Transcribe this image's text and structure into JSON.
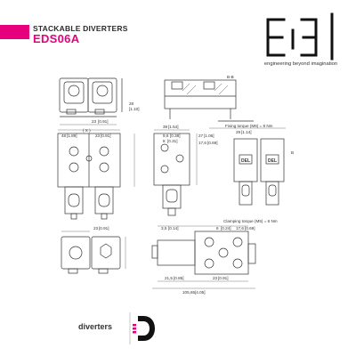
{
  "header": {
    "subtitle": "STACKABLE DIVERTERS",
    "code": "EDS06A",
    "accent_color": "#e6007e"
  },
  "logo": {
    "tagline": "engineering beyond imagination",
    "lettering": "E3"
  },
  "drawing": {
    "section_label": "B-B",
    "view_x_label": "( X )",
    "view_b_label": "B",
    "fixing_torque": "Fixing torque (M6) = 8 Nm",
    "clamping_torque": "Clamping torque (M5) = 6 Nm",
    "dims": {
      "d_23_top": "23",
      "d_23_top_in": "[0.91]",
      "d_48": "48",
      "d_48_in": "[1.89]",
      "d_28": "28",
      "d_28_in": "[1.10]",
      "d_23b": "23",
      "d_23b_in": "[0.91]",
      "d_39": "39",
      "d_39_in": "[1.54]",
      "d_9_6": "9,6",
      "d_9_6_in": "[0.38]",
      "d_8": "8",
      "d_8_in": "[0.31]",
      "d_27": "27",
      "d_27_in": "[1.06]",
      "d_17_6": "17,6",
      "d_17_6_in": "[0.69]",
      "d_29": "29",
      "d_29_in": "[1.14]",
      "d_3_5": "3,5",
      "d_3_5_in": "[0.14]",
      "d_6": "6",
      "d_6_in": "[0.24]",
      "d_17_6b": "17,6",
      "d_17_6b_in": "[0.69]",
      "d_21_5": "21,5",
      "d_21_5_in": "[0.85]",
      "d_23c": "23",
      "d_23c_in": "[0.91]",
      "d_105": "105,65",
      "d_105_in": "[4.05]",
      "d_23d": "23",
      "d_23d_in": "[0.91]"
    },
    "coil_label": "DEL"
  },
  "footer": {
    "label": "diverters"
  }
}
